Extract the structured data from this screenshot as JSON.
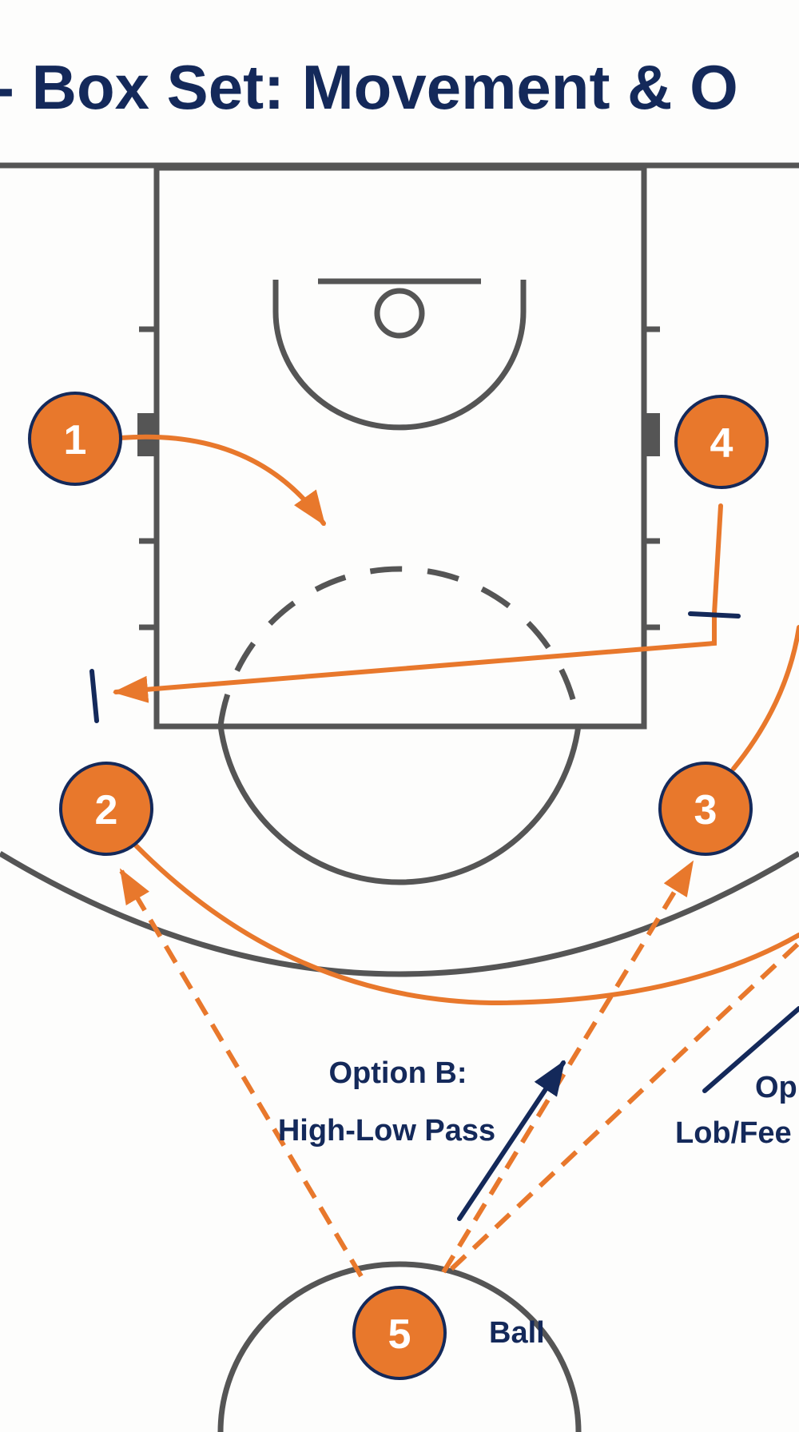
{
  "diagram": {
    "title": "- Box Set: Movement & O",
    "colors": {
      "court_line": "#555555",
      "player_fill": "#e8782c",
      "player_stroke": "#14295a",
      "cut": "#e8782c",
      "screen": "#14295a",
      "text": "#14295a"
    },
    "players": [
      {
        "id": "1",
        "label": "1"
      },
      {
        "id": "2",
        "label": "2"
      },
      {
        "id": "3",
        "label": "3"
      },
      {
        "id": "4",
        "label": "4"
      },
      {
        "id": "5",
        "label": "5"
      }
    ],
    "ball_label": "Ball",
    "options": {
      "b_line1": "Option B:",
      "b_line2": "High-Low Pass",
      "c_line1": "Op",
      "c_line2": "Lob/Fee"
    }
  }
}
